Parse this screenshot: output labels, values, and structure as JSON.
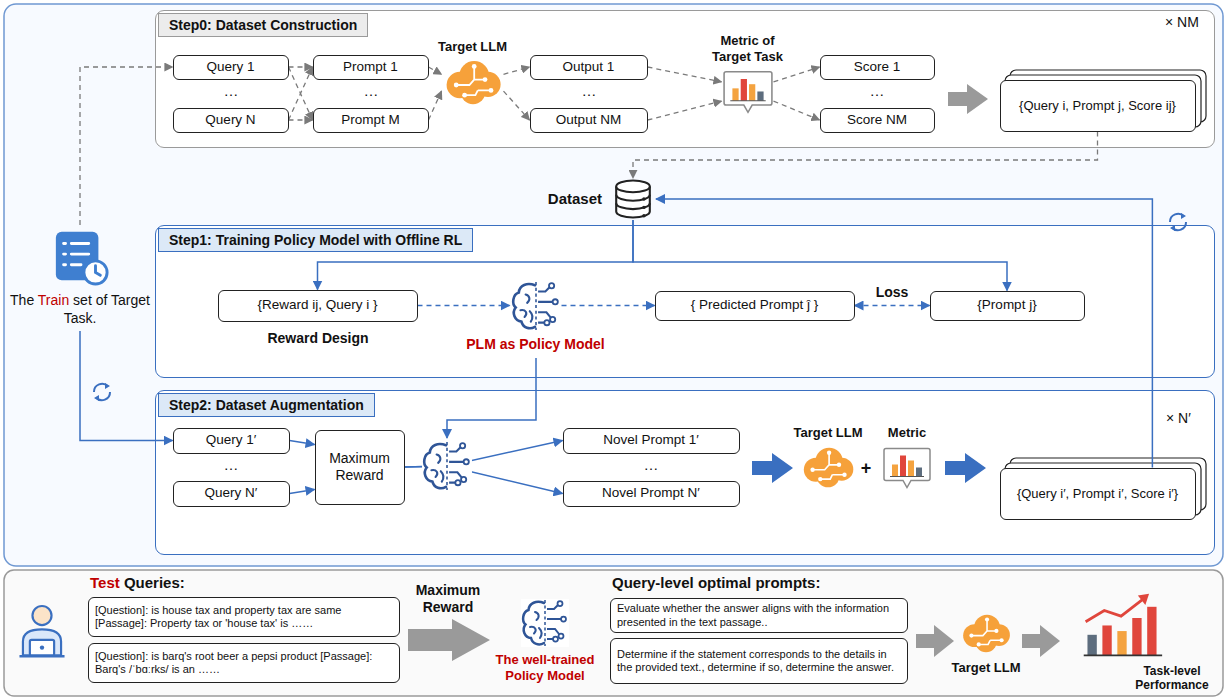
{
  "diagram": {
    "nodes": [
      {
        "text": [
          "Step0: Dataset Construction"
        ]
      },
      {
        "text": [
          "Query 1"
        ],
        "in": 0
      },
      {
        "text": [
          "Query N"
        ],
        "in": 0
      },
      {
        "text": [
          "Prompt 1"
        ],
        "in": 0
      },
      {
        "text": [
          "Prompt M"
        ],
        "in": 0
      },
      {
        "text": [
          "Target LLM"
        ],
        "in": 0
      },
      {
        "text": [
          "Output 1"
        ],
        "in": 0
      },
      {
        "text": [
          "Output NM"
        ],
        "in": 0
      },
      {
        "text": [
          "Metric of Target Task"
        ],
        "in": 0
      },
      {
        "text": [
          "Score 1"
        ],
        "in": 0
      },
      {
        "text": [
          "Score NM"
        ],
        "in": 0
      },
      {
        "text": [
          "{Query i, Prompt j, Score ij}"
        ],
        "in": 0
      },
      {
        "text": [
          "Dataset"
        ]
      },
      {
        "text": [
          "The Train set of Target Task."
        ]
      },
      {
        "text": [
          "Step1: Training Policy Model with Offline RL"
        ]
      },
      {
        "text": [
          "{Reward ij, Query i }"
        ],
        "in": 14
      },
      {
        "text": [
          "PLM as Policy Model"
        ],
        "in": 14
      },
      {
        "text": [
          "{ Predicted Prompt ĵ }"
        ],
        "in": 14
      },
      {
        "text": [
          "{Prompt j}"
        ],
        "in": 14
      },
      {
        "text": [
          "Step2: Dataset Augmentation"
        ]
      },
      {
        "text": [
          "Query 1′"
        ],
        "in": 19
      },
      {
        "text": [
          "Query N′"
        ],
        "in": 19
      },
      {
        "text": [
          "Maximum Reward"
        ],
        "in": 19
      },
      {
        "text": [
          "Novel Prompt 1′"
        ],
        "in": 19
      },
      {
        "text": [
          "Novel Prompt N′"
        ],
        "in": 19
      },
      {
        "text": [
          "{Query i′, Prompt i′, Score i′}"
        ],
        "in": 19
      },
      {
        "text": [
          "[Question]: is house tax and property tax are same [Passage]: Property tax or 'house tax' is ……"
        ]
      },
      {
        "text": [
          "[Question]: is barq's root beer a pepsi product [Passage]: Barq's /ˈbɑːrks/ is an ……"
        ]
      },
      {
        "text": [
          "Evaluate whether the answer aligns with the information presented in the text passage.."
        ]
      },
      {
        "text": [
          "Determine if the statement corresponds to the details in the provided text., determine if so, determine the answer."
        ]
      }
    ],
    "edges": [
      {
        "from": 1,
        "to": 3,
        "arrow": "to"
      },
      {
        "from": 1,
        "to": 4,
        "arrow": "to"
      },
      {
        "from": 2,
        "to": 3,
        "arrow": "to"
      },
      {
        "from": 2,
        "to": 4,
        "arrow": "to"
      },
      {
        "from": 3,
        "to": 5,
        "arrow": "to"
      },
      {
        "from": 4,
        "to": 5,
        "arrow": "to"
      },
      {
        "from": 5,
        "to": 6,
        "arrow": "to"
      },
      {
        "from": 5,
        "to": 7,
        "arrow": "to"
      },
      {
        "from": 6,
        "to": 8,
        "arrow": "to"
      },
      {
        "from": 7,
        "to": 8,
        "arrow": "to"
      },
      {
        "from": 8,
        "to": 9,
        "arrow": "to"
      },
      {
        "from": 8,
        "to": 10,
        "arrow": "to"
      },
      {
        "from": 11,
        "to": 12,
        "arrow": "to"
      },
      {
        "from": 13,
        "to": 1,
        "arrow": "to"
      },
      {
        "from": 12,
        "to": 15,
        "arrow": "to"
      },
      {
        "from": 12,
        "to": 18,
        "arrow": "to"
      },
      {
        "from": 15,
        "to": 16,
        "arrow": "to"
      },
      {
        "from": 16,
        "to": 17,
        "arrow": "to"
      },
      {
        "from": 17,
        "to": 18,
        "label": "Loss",
        "arrow": "both"
      },
      {
        "from": 13,
        "to": 20,
        "arrow": "to"
      },
      {
        "from": 20,
        "to": 22,
        "arrow": "to"
      },
      {
        "from": 21,
        "to": 22,
        "arrow": "to"
      },
      {
        "from": 22,
        "to": 23,
        "arrow": "to"
      },
      {
        "from": 22,
        "to": 24,
        "arrow": "to"
      },
      {
        "from": 25,
        "to": 12,
        "arrow": "to"
      }
    ],
    "labels": [
      "…",
      "…",
      "…",
      "…",
      "× NM",
      "Reward Design",
      "…",
      "…",
      "Target LLM",
      "+",
      "Metric",
      "× N′",
      "Test Queries:",
      "Maximum Reward",
      "The well-trained Policy Model",
      "Query-level optimal prompts:",
      "Target LLM",
      "Task-level Performance"
    ]
  }
}
